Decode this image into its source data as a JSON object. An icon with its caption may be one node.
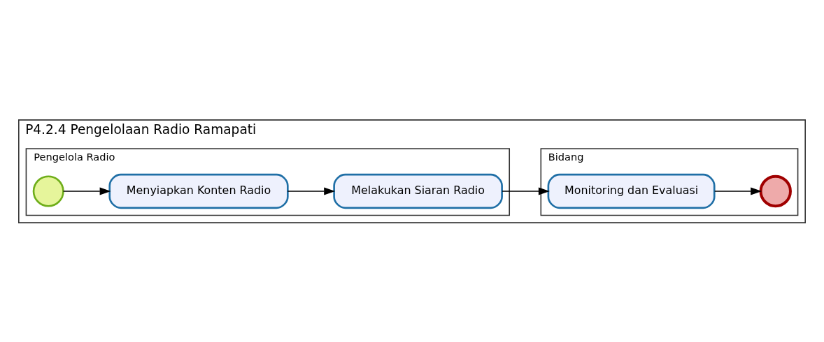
{
  "diagram": {
    "nodes": [
      {
        "text": [
          "P4.2.4 Pengelolaan Radio Ramapati"
        ]
      },
      {
        "text": [
          "Bidang"
        ],
        "in": 0
      },
      {
        "text": [
          "Monitoring dan Evaluasi"
        ],
        "in": 1
      },
      {
        "text": [],
        "shape": "circle",
        "in": 1
      },
      {
        "text": [
          "Pengelola Radio"
        ],
        "in": 0
      },
      {
        "text": [],
        "shape": "circle",
        "in": 4
      },
      {
        "text": [
          "Menyiapkan Konten Radio"
        ],
        "in": 4
      },
      {
        "text": [
          "Melakukan Siaran Radio"
        ],
        "in": 4
      }
    ],
    "edges": [
      {
        "from": 5,
        "to": 6,
        "arrow": "to"
      },
      {
        "from": 6,
        "to": 7,
        "arrow": "to"
      },
      {
        "from": 7,
        "to": 2,
        "arrow": "to"
      },
      {
        "from": 2,
        "to": 3,
        "arrow": "to"
      }
    ]
  }
}
